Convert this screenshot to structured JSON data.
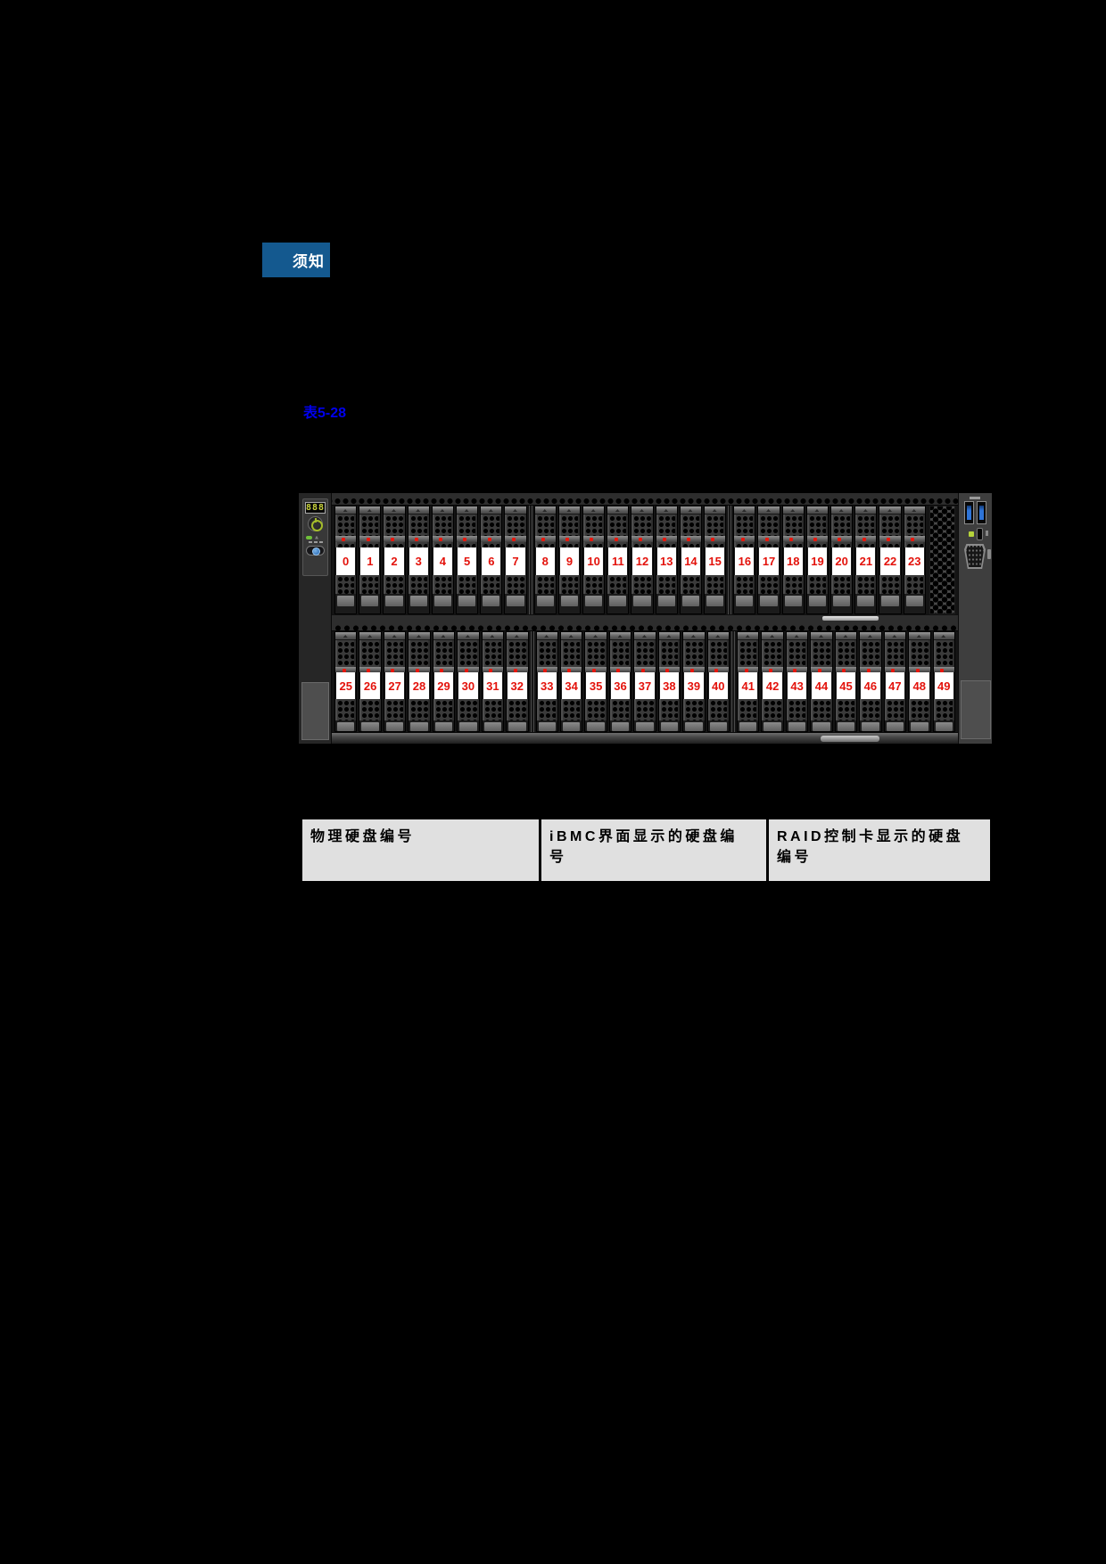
{
  "page": {
    "background": "#000000"
  },
  "notice": {
    "label": "须知",
    "bg_color": "#14598f",
    "text_color": "#ffffff"
  },
  "caption": {
    "label": "表5-28",
    "color": "#0000ee"
  },
  "server_figure": {
    "control_panel": {
      "lcd_text": "888",
      "lcd_text_color": "#c9d33c",
      "power_button_ring_color": "#a4bc2a",
      "status_led_color": "#6fbf3a",
      "uid_button_color": "#2d7fd8"
    },
    "right_panel": {
      "usb_inner_color": "#2e74d8",
      "led_color": "#b5d33a"
    },
    "drive_number_color": "#e3120b",
    "top_row_drives": [
      "0",
      "1",
      "2",
      "3",
      "4",
      "5",
      "6",
      "7",
      "8",
      "9",
      "10",
      "11",
      "12",
      "13",
      "14",
      "15",
      "16",
      "17",
      "18",
      "19",
      "20",
      "21",
      "22",
      "23"
    ],
    "bottom_row_drives": [
      "25",
      "26",
      "27",
      "28",
      "29",
      "30",
      "31",
      "32",
      "33",
      "34",
      "35",
      "36",
      "37",
      "38",
      "39",
      "40",
      "41",
      "42",
      "43",
      "44",
      "45",
      "46",
      "47",
      "48",
      "49"
    ],
    "group_breaks_after_index": [
      7,
      15
    ]
  },
  "table": {
    "header_bg": "#e0e0e0",
    "header_text_color": "#000000",
    "columns": [
      {
        "label": "物理硬盘编号"
      },
      {
        "label": "iBMC界面显示的硬盘编\n号"
      },
      {
        "label": "RAID控制卡显示的硬盘\n编号"
      }
    ]
  }
}
